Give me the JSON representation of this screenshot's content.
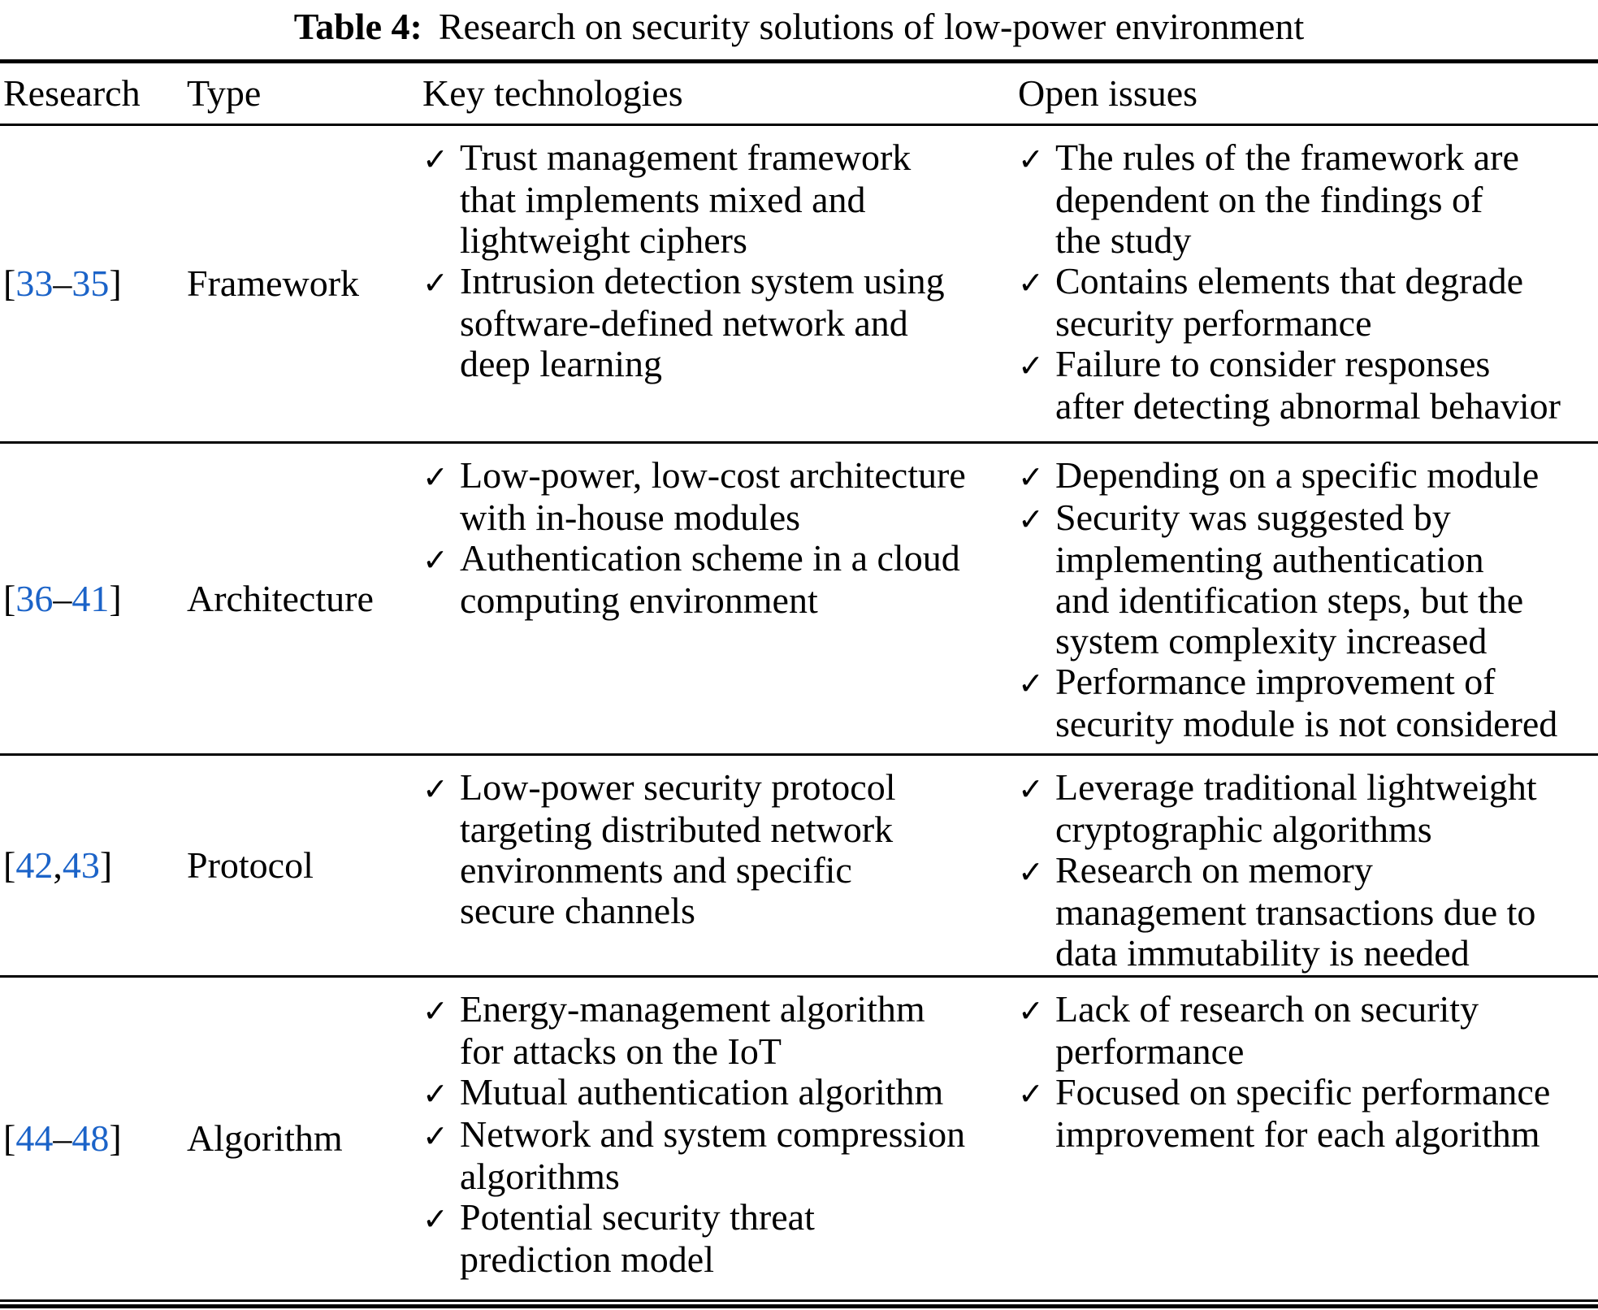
{
  "title": {
    "label": "Table 4:",
    "text": "Research on security solutions of low-power environment"
  },
  "columns": {
    "research": "Research",
    "type": "Type",
    "key_technologies": "Key technologies",
    "open_issues": "Open issues"
  },
  "icons": {
    "check": "✓"
  },
  "colors": {
    "citation_blue": "#1b63c8",
    "text_black": "#000000"
  },
  "rows": [
    {
      "research": {
        "open": "[",
        "n1": "33",
        "sep": "–",
        "n2": "35",
        "close": "]"
      },
      "type": "Framework",
      "key_technologies": [
        "Trust management framework\nthat implements mixed and\nlightweight ciphers",
        "Intrusion detection system using\nsoftware-defined network and\ndeep learning"
      ],
      "open_issues": [
        "The rules of the framework are\ndependent on the findings of\nthe study",
        "Contains elements that degrade\nsecurity performance",
        "Failure to consider responses\nafter detecting abnormal behavior"
      ]
    },
    {
      "research": {
        "open": "[",
        "n1": "36",
        "sep": "–",
        "n2": "41",
        "close": "]"
      },
      "type": "Architecture",
      "key_technologies": [
        "Low-power, low-cost architecture\nwith in-house modules",
        "Authentication scheme in a cloud\ncomputing environment"
      ],
      "open_issues": [
        "Depending on a specific module",
        "Security was suggested by\nimplementing authentication\nand identification steps, but the\nsystem complexity increased",
        "Performance improvement of\nsecurity module is not considered"
      ]
    },
    {
      "research": {
        "open": "[",
        "n1": "42",
        "sep": ",",
        "n2": "43",
        "close": "]"
      },
      "type": "Protocol",
      "key_technologies": [
        "Low-power security protocol\ntargeting distributed network\nenvironments and specific\nsecure channels"
      ],
      "open_issues": [
        "Leverage traditional lightweight\ncryptographic algorithms",
        "Research on memory\nmanagement transactions due to\ndata immutability is needed"
      ]
    },
    {
      "research": {
        "open": "[",
        "n1": "44",
        "sep": "–",
        "n2": "48",
        "close": "]"
      },
      "type": "Algorithm",
      "key_technologies": [
        "Energy-management algorithm\nfor attacks on the IoT",
        "Mutual authentication algorithm",
        "Network and system compression\nalgorithms",
        "Potential security threat\nprediction model"
      ],
      "open_issues": [
        "Lack of research on security\nperformance",
        "Focused on specific performance\nimprovement for each algorithm"
      ]
    }
  ]
}
